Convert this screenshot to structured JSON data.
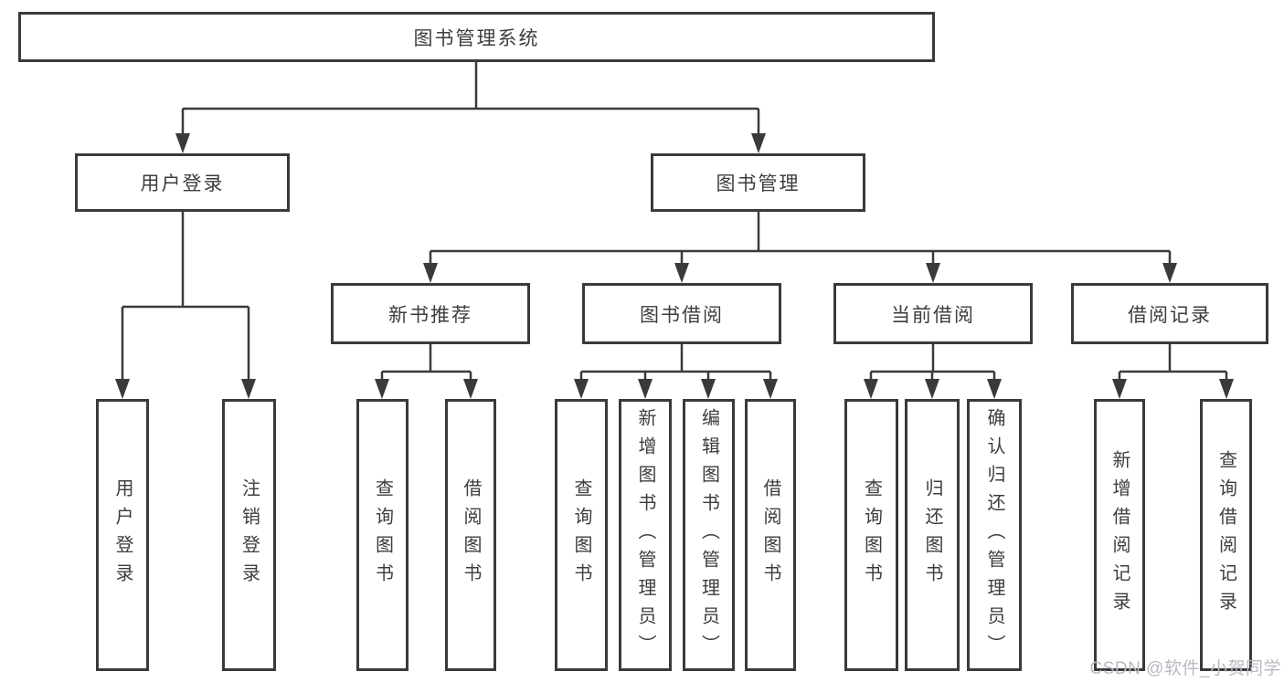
{
  "colors": {
    "line": "#3a3a3a",
    "box_border": "#3a3a3a",
    "text": "#3d3d3d",
    "watermark": "#b7bac2",
    "background": "#ffffff"
  },
  "root": {
    "label": "图书管理系统"
  },
  "branches": [
    {
      "label": "用户登录",
      "children": [
        {
          "label": "用户登录"
        },
        {
          "label": "注销登录"
        }
      ]
    },
    {
      "label": "图书管理",
      "children": [
        {
          "label": "新书推荐",
          "children": [
            {
              "label": "查询图书"
            },
            {
              "label": "借阅图书"
            }
          ]
        },
        {
          "label": "图书借阅",
          "children": [
            {
              "label": "查询图书"
            },
            {
              "label": "新增图书（管理员）"
            },
            {
              "label": "编辑图书（管理员）"
            },
            {
              "label": "借阅图书"
            }
          ]
        },
        {
          "label": "当前借阅",
          "children": [
            {
              "label": "查询图书"
            },
            {
              "label": "归还图书"
            },
            {
              "label": "确认归还（管理员）"
            }
          ]
        },
        {
          "label": "借阅记录",
          "children": [
            {
              "label": "新增借阅记录"
            },
            {
              "label": "查询借阅记录"
            }
          ]
        }
      ]
    }
  ],
  "watermark": {
    "text": "CSDN @软件_小贺同学"
  }
}
